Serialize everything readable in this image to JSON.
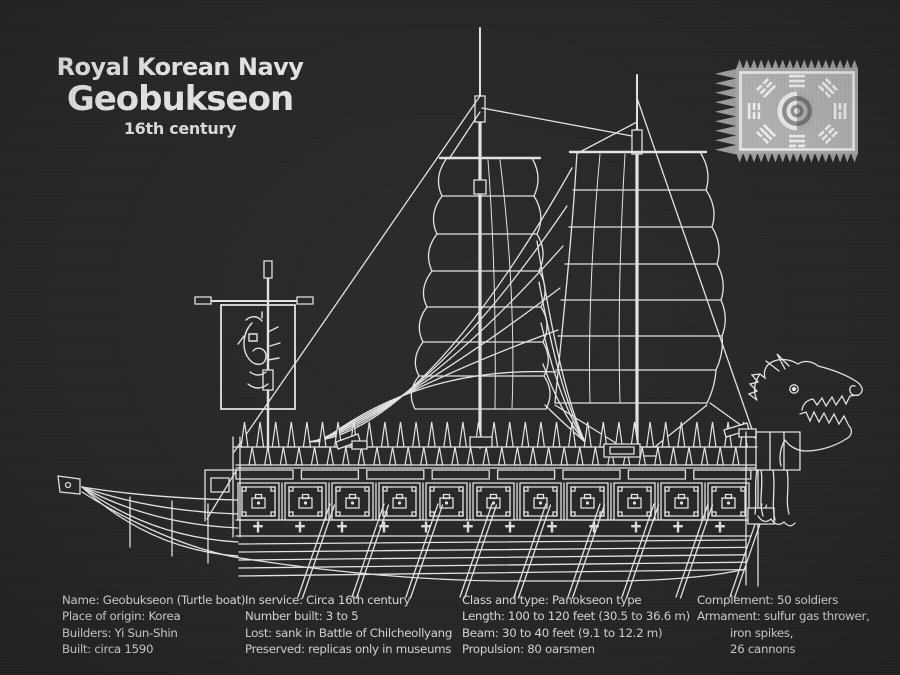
{
  "colors": {
    "background": "#272726",
    "line_ink": "#e4e4e4",
    "text": "#d6d6d6",
    "flag_body": "#a8a8a8",
    "flag_teeth": "#9c9c9c",
    "flag_light": "#ededed",
    "flag_dark": "#8f8f8f"
  },
  "header": {
    "line1": "Royal Korean Navy",
    "line2": "Geobukseon",
    "line3": "16th century"
  },
  "icons": {
    "flag": "palgwae-taegeuk-banner",
    "ship": "turtle-ship-blueprint",
    "figurehead": "dragon-head",
    "stern_banner": "korean-character-banner"
  },
  "specs": {
    "col1": [
      "Name: Geobukseon (Turtle boat)",
      "Place of origin: Korea",
      "Builders: Yi Sun-Shin",
      "Built: circa 1590"
    ],
    "col2": [
      "In service: Circa 16th century",
      "Number built: 3 to 5",
      "Lost: sank in Battle of Chilcheollyang",
      "Preserved: replicas only in museums"
    ],
    "col3": [
      "Class and type: Panokseon type",
      "Length: 100 to 120 feet (30.5 to 36.6 m)",
      "Beam: 30 to 40 feet (9.1 to 12.2 m)",
      "Propulsion: 80 oarsmen"
    ],
    "col4": [
      "Complement: 50 soldiers",
      "Armament: sulfur gas thrower,",
      "iron spikes,",
      "26 cannons"
    ]
  }
}
